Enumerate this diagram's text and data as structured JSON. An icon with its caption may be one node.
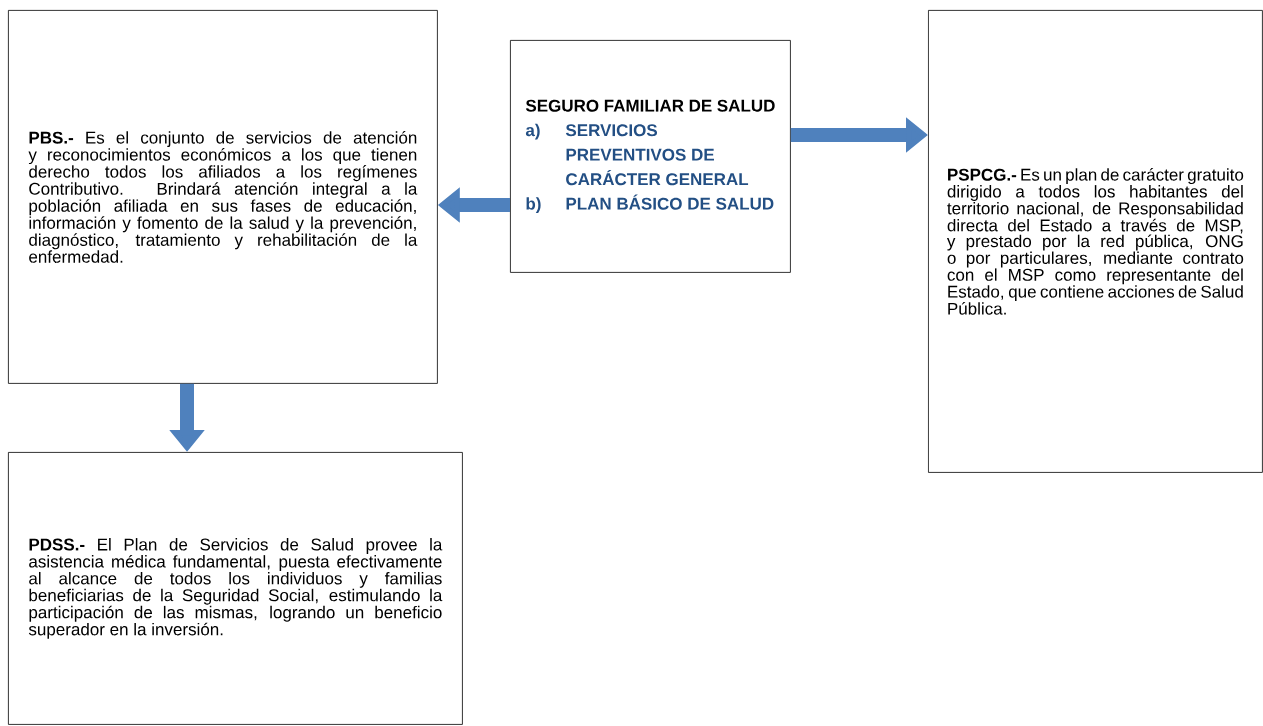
{
  "diagram": {
    "nodes": [
      {
        "text": [
          "SEGURO FAMILIAR DE SALUD",
          "a)",
          "SERVICIOS PREVENTIVOS DE CARÁCTER GENERAL",
          "b)",
          "PLAN BÁSICO DE SALUD"
        ]
      },
      {
        "text": [
          "**PBS.-** Es el conjunto de servicios de atención y reconocimientos económicos a los que tienen derecho todos los afiliados a los regímenes Contributivo. Brindará atención integral a la población afiliada en sus fases de educación, información y fomento de la salud y la prevención, diagnóstico, tratamiento y rehabilitación de la enfermedad."
        ]
      },
      {
        "text": [
          "**PSPCG.-** Es un plan de carácter gratuito dirigido a todos los habitantes del territorio nacional, de Responsabilidad directa del Estado a través de MSP, y prestado por la red pública, ONG o por particulares, mediante contrato con el MSP como representante del Estado, que contiene acciones de Salud Pública."
        ]
      },
      {
        "text": [
          "**PDSS.-** El Plan de Servicios de Salud provee la asistencia médica fundamental, puesta efectivamente al alcance de todos los individuos y familias beneficiarias de la Seguridad Social, estimulando la participación de las mismas, logrando un beneficio superador en la inversión."
        ]
      }
    ],
    "edges": [
      {
        "from": 0,
        "to": 1,
        "arrow": "to"
      },
      {
        "from": 0,
        "to": 2,
        "arrow": "to"
      },
      {
        "from": 1,
        "to": 3,
        "arrow": "to"
      }
    ]
  }
}
